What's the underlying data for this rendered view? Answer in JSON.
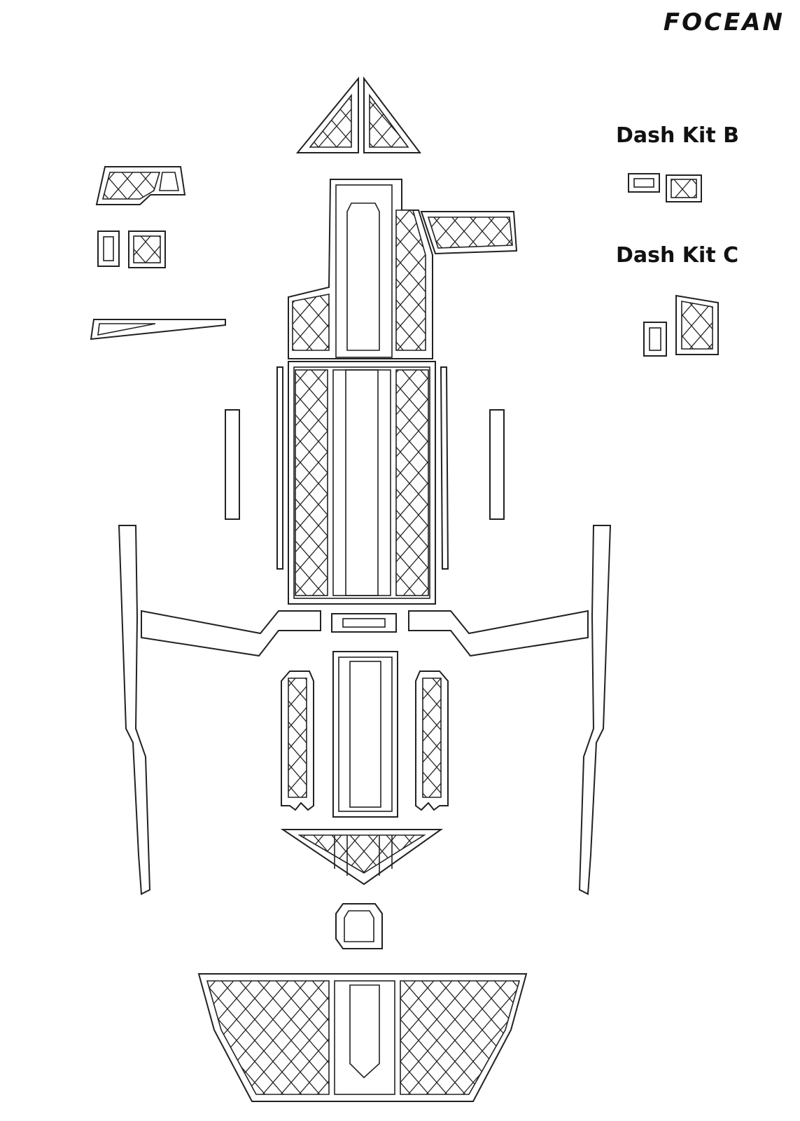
{
  "brand": {
    "logo_text": "FOCEAN"
  },
  "labels": {
    "dash_kit_b": "Dash Kit B",
    "dash_kit_c": "Dash Kit C"
  },
  "colors": {
    "line": "#222222",
    "background": "#ffffff"
  }
}
